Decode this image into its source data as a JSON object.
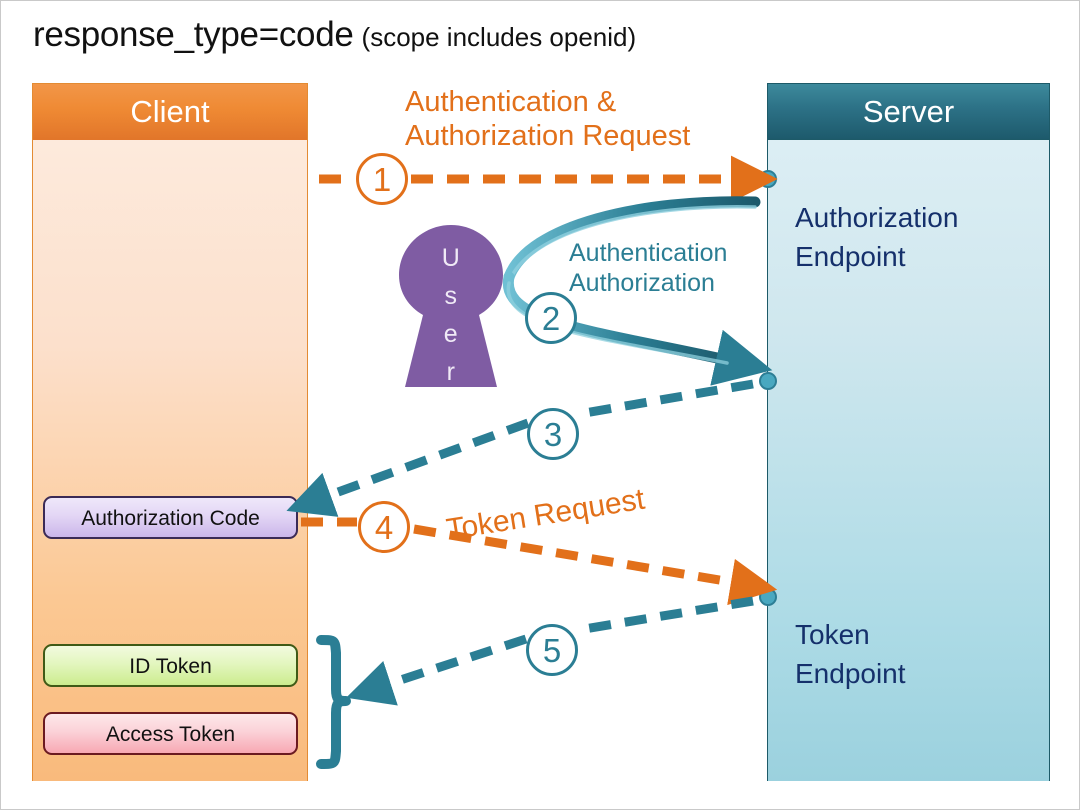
{
  "title": {
    "main": "response_type=code",
    "sub": "(scope includes openid)"
  },
  "client": {
    "header": "Client",
    "chips": [
      {
        "id": "auth-code",
        "label": "Authorization Code"
      },
      {
        "id": "id-token",
        "label": "ID Token"
      },
      {
        "id": "access-token",
        "label": "Access Token"
      }
    ]
  },
  "server": {
    "header": "Server",
    "endpoints": [
      {
        "id": "authorization",
        "label": "Authorization\nEndpoint",
        "line1": "Authorization",
        "line2": "Endpoint"
      },
      {
        "id": "token",
        "label": "Token\nEndpoint",
        "line1": "Token",
        "line2": "Endpoint"
      }
    ]
  },
  "user": {
    "label": "User",
    "letters": [
      "U",
      "s",
      "e",
      "r"
    ]
  },
  "flows": [
    {
      "step": "1",
      "label_line1": "Authentication &",
      "label_line2": "Authorization Request",
      "color": "#e2701a",
      "style": "dashed",
      "direction": "client-to-server"
    },
    {
      "step": "2",
      "label_line1": "Authentication",
      "label_line2": "Authorization",
      "color": "#2b7e94",
      "style": "solid",
      "direction": "server-to-user-to-server"
    },
    {
      "step": "3",
      "label_line1": "",
      "label_line2": "",
      "color": "#2b7e94",
      "style": "dashed",
      "direction": "server-to-client"
    },
    {
      "step": "4",
      "label_line1": "Token Request",
      "label_line2": "",
      "color": "#e2701a",
      "style": "dashed",
      "direction": "client-to-server"
    },
    {
      "step": "5",
      "label_line1": "",
      "label_line2": "",
      "color": "#2b7e94",
      "style": "dashed",
      "direction": "server-to-client"
    }
  ],
  "colors": {
    "client_header": "#ef8a34",
    "client_body": "#fbd0a8",
    "server_header": "#2d7287",
    "server_body": "#bfe3ed",
    "orange_accent": "#e2701a",
    "teal_accent": "#2b7e94",
    "user_purple": "#7f5ca3",
    "endpoint_text": "#15306b"
  }
}
